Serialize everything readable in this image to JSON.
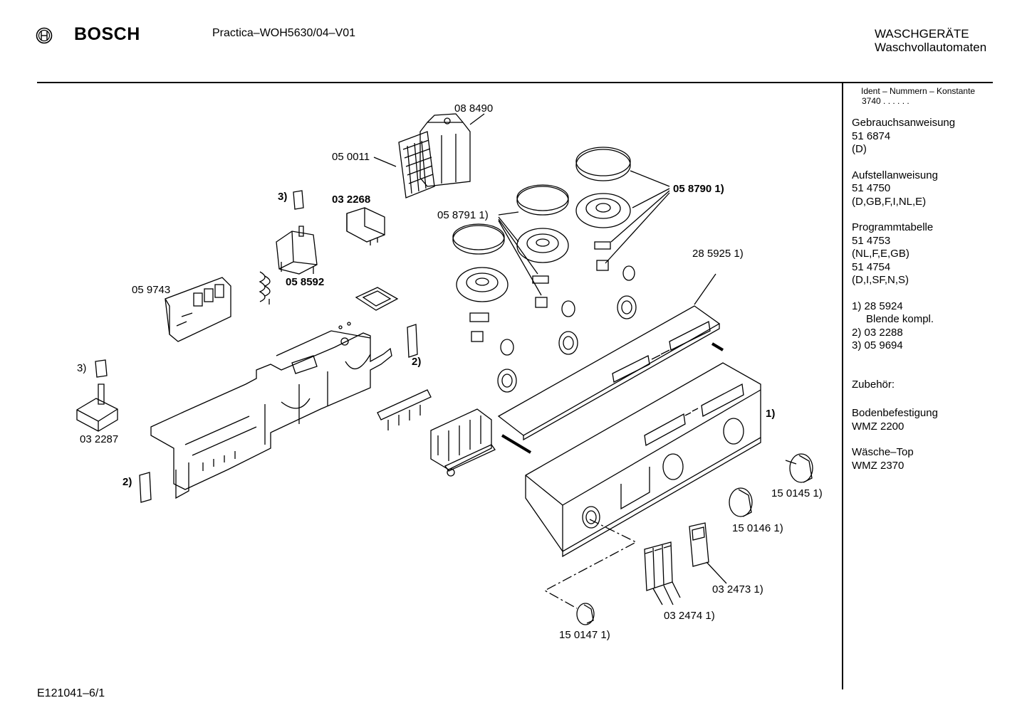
{
  "header": {
    "brand": "BOSCH",
    "model": "Practica–WOH5630/04–V01",
    "category": "WASCHGERÄTE",
    "subcategory": "Waschvollautomaten"
  },
  "sidebar": {
    "ident_title": "Ident – Nummern – Konstante",
    "ident_value": "3740 .  .  .  .  .  .",
    "blocks": [
      {
        "lines": [
          "Gebrauchsanweisung",
          "51 6874",
          "(D)"
        ]
      },
      {
        "lines": [
          "Aufstellanweisung",
          "51 4750",
          "(D,GB,F,I,NL,E)"
        ]
      },
      {
        "lines": [
          "Programmtabelle",
          "51 4753",
          "(NL,F,E,GB)",
          "51 4754",
          "(D,I,SF,N,S)"
        ]
      },
      {
        "lines": [
          "1)  28 5924",
          "Blende kompl.",
          "2)  03 2288",
          "3)  05 9694"
        ]
      }
    ],
    "accessories_title": "Zubehör:",
    "accessories": [
      {
        "lines": [
          "Bodenbefestigung",
          "WMZ 2200"
        ]
      },
      {
        "lines": [
          "Wäsche–Top",
          "WMZ 2370"
        ]
      }
    ]
  },
  "diagram": {
    "labels": {
      "p088490": "08 8490",
      "p050011": "05 0011",
      "p032268": "03 2268",
      "p058790": "05 8790 1)",
      "p058791": "05 8791 1)",
      "p3a": "3)",
      "p058592": "05 8592",
      "p285925": "28 5925 1)",
      "p059743": "05 9743",
      "p3b": "3)",
      "p2a": "2)",
      "p1": "1)",
      "p032287": "03 2287",
      "p2b": "2)",
      "p150145": "15 0145 1)",
      "p150146": "15 0146 1)",
      "p032473": "03 2473 1)",
      "p032474": "03 2474 1)",
      "p150147": "15 0147 1)"
    }
  },
  "footer": {
    "code": "E121041–6/1"
  }
}
